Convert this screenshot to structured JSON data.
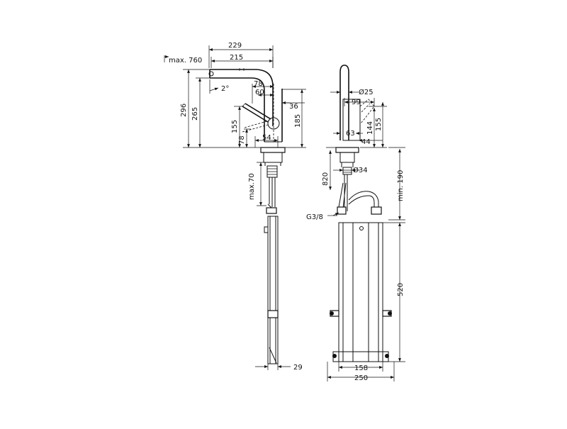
{
  "diagram": {
    "dimensions": {
      "max_reach": "max. 760",
      "width_229": "229",
      "width_215": "215",
      "angle": "2°",
      "dim_78": "78",
      "dim_60": "60",
      "dim_36": "36",
      "height_296": "296",
      "height_265": "265",
      "height_185": "185",
      "dim_155_left": "155",
      "dim_78_v": "78",
      "dim_54": "54",
      "max_70": "max.70",
      "dim_29": "29",
      "dia_25": "Ø25",
      "dim_99": "99",
      "dim_144": "144",
      "dim_155_right": "155",
      "dim_63": "63",
      "dim_44": "44",
      "dia_34": "Ø34",
      "dim_820": "820",
      "min_190": "min. 190",
      "thread": "G3/8",
      "dim_520": "520",
      "dim_158": "158",
      "dim_250": "250"
    }
  }
}
